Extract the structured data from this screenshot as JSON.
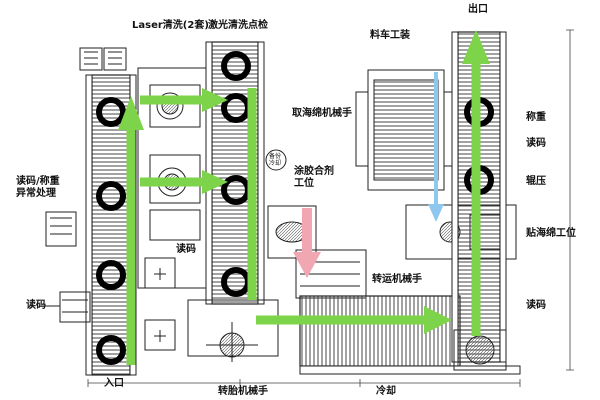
{
  "labels": {
    "laser_clean": "Laser清洗(2套)",
    "laser_inspect": "激光清洗点检",
    "outlet": "出口",
    "material_cart": "料车工装",
    "sponge_pick_robot": "取海绵机械手",
    "weigh_right": "称重",
    "read_code_right": "读码",
    "glue_station": "涂胶合剂\n工位",
    "press": "辊压",
    "sponge_station": "贴海绵工位",
    "read_weigh_exception": "读码/称重\n异常处理",
    "read_code_mid": "读码",
    "transfer_robot": "转运机械手",
    "read_code_left": "读码",
    "read_code_right_lower": "读码",
    "inlet": "入口",
    "tire_robot": "转胎机械手",
    "cooling": "冷却",
    "small_circle": "备份\n冷却"
  },
  "colors": {
    "flow_green": "#7dd34a",
    "flow_blue": "#8ec8ee",
    "flow_pink": "#f1a7b2",
    "line": "#222222"
  }
}
